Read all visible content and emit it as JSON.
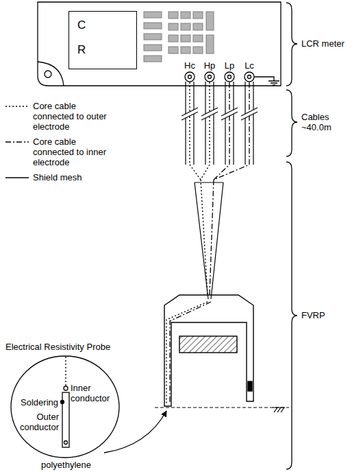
{
  "diagram": {
    "nodes": [
      {
        "text": [
          "C",
          "R"
        ]
      },
      {
        "text": [
          "Inner conductor",
          "Soldering",
          "Outer conductor"
        ]
      }
    ],
    "labels": [
      "LCR meter",
      "Hc",
      "Hp",
      "Lp",
      "Lc",
      "Cables ~40.0m",
      "FVRP",
      "Electrical Resistivity Probe",
      "polyethylene"
    ],
    "legend": [
      {
        "text": "Core cable connected to outer electrode"
      },
      {
        "text": "Core cable connected to inner electrode"
      },
      {
        "text": "Shield mesh"
      }
    ]
  }
}
